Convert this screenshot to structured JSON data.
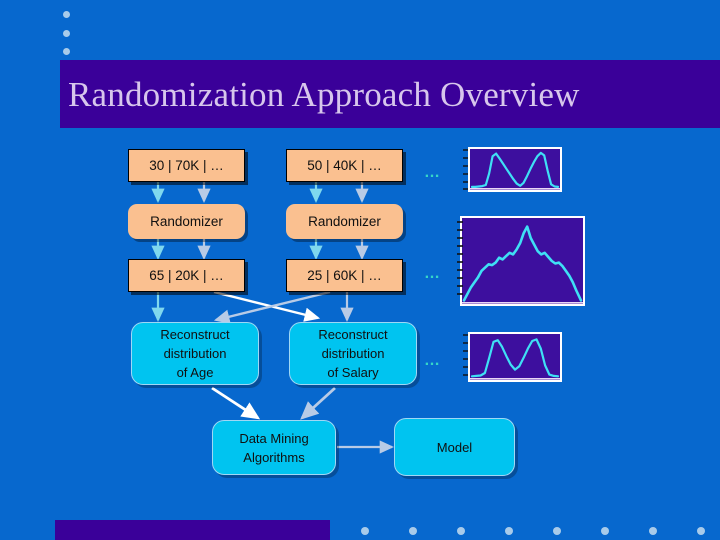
{
  "slide": {
    "title": "Randomization Approach Overview",
    "background_color": "#0768ce",
    "title_band_color": "#3a0099",
    "title_text_color": "#d7c6ec",
    "accent_peach": "#fac090",
    "accent_cyan": "#00c4f0",
    "chart_bg": "#3d0f9e",
    "chart_line": "#3fe0f5"
  },
  "decor": {
    "top_dots": 3,
    "footer_dots": 8,
    "dot_color": "#a8cbea"
  },
  "flow": {
    "columns": [
      {
        "key": "age",
        "source_record": "30 | 70K | …",
        "randomizer": "Randomizer",
        "randomized_record": "65 | 20K | …",
        "reconstruct": "Reconstruct\ndistribution\nof Age",
        "reconstruct_lines": [
          "Reconstruct",
          "distribution",
          "of Age"
        ]
      },
      {
        "key": "salary",
        "source_record": "50 | 40K | …",
        "randomizer": "Randomizer",
        "randomized_record": "25 | 60K | …",
        "reconstruct": "Reconstruct\ndistribution\nof Salary",
        "reconstruct_lines": [
          "Reconstruct",
          "distribution",
          "of Salary"
        ]
      }
    ],
    "ellipses": [
      "…",
      "…",
      "…"
    ],
    "mining": {
      "line1": "Data Mining",
      "line2": "Algorithms"
    },
    "model": "Model"
  },
  "chart_data": [
    {
      "id": "chart-top",
      "type": "line",
      "title": "",
      "xlabel": "",
      "ylabel": "",
      "grid": false,
      "legend": null,
      "xlim": [
        0,
        100
      ],
      "ylim": [
        0,
        100
      ],
      "x": [
        0,
        4,
        8,
        12,
        16,
        20,
        24,
        28,
        32,
        36,
        40,
        44,
        48,
        52,
        56,
        60,
        64,
        68,
        72,
        76,
        80,
        84,
        88,
        92,
        96,
        100
      ],
      "values": [
        3,
        3,
        4,
        5,
        8,
        40,
        86,
        93,
        80,
        66,
        52,
        38,
        24,
        12,
        6,
        14,
        32,
        52,
        70,
        86,
        95,
        88,
        46,
        10,
        4,
        3
      ]
    },
    {
      "id": "chart-middle",
      "type": "line",
      "title": "",
      "xlabel": "",
      "ylabel": "",
      "grid": false,
      "legend": null,
      "xlim": [
        0,
        100
      ],
      "ylim": [
        0,
        100
      ],
      "x": [
        0,
        3,
        6,
        9,
        12,
        15,
        18,
        21,
        24,
        27,
        30,
        33,
        36,
        39,
        42,
        45,
        48,
        51,
        54,
        57,
        60,
        63,
        66,
        69,
        72,
        75,
        78,
        81,
        84,
        87,
        90,
        93,
        96,
        100
      ],
      "values": [
        2,
        10,
        18,
        24,
        30,
        38,
        42,
        46,
        45,
        48,
        54,
        52,
        56,
        60,
        58,
        64,
        72,
        84,
        92,
        78,
        70,
        62,
        58,
        60,
        55,
        50,
        47,
        48,
        44,
        38,
        32,
        24,
        14,
        2
      ]
    },
    {
      "id": "chart-bottom",
      "type": "line",
      "title": "",
      "xlabel": "",
      "ylabel": "",
      "grid": false,
      "legend": null,
      "xlim": [
        0,
        100
      ],
      "ylim": [
        0,
        100
      ],
      "x": [
        0,
        5,
        10,
        15,
        20,
        25,
        30,
        35,
        40,
        45,
        50,
        55,
        60,
        65,
        70,
        75,
        80,
        85,
        90,
        95,
        100
      ],
      "values": [
        4,
        5,
        6,
        12,
        48,
        86,
        90,
        74,
        52,
        32,
        20,
        28,
        48,
        70,
        88,
        92,
        70,
        30,
        8,
        5,
        4
      ]
    }
  ]
}
